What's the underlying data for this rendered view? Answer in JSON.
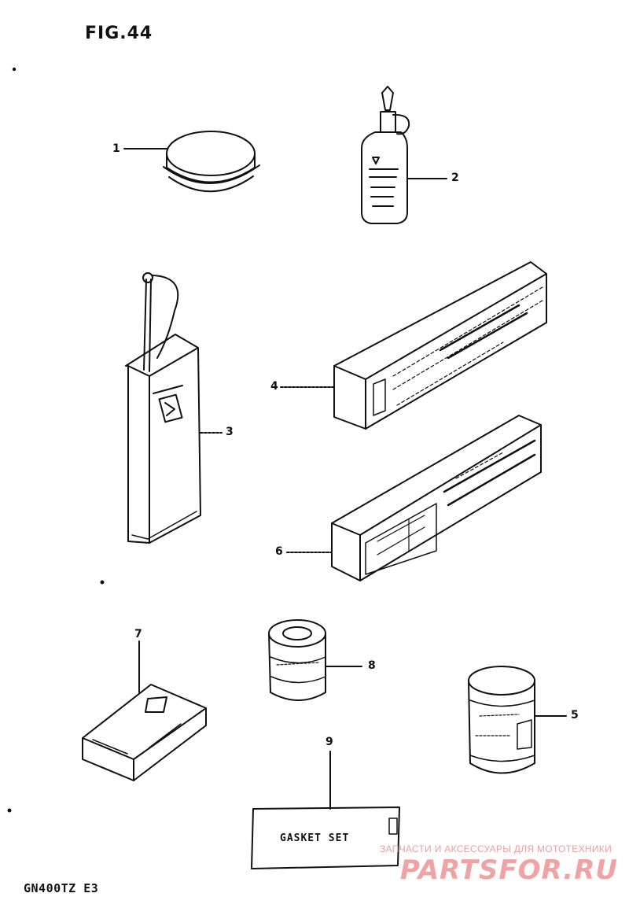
{
  "figure_title": "FIG.44",
  "model_code": "GN400TZ E3",
  "callouts": [
    "1",
    "2",
    "3",
    "4",
    "5",
    "6",
    "7",
    "8",
    "9"
  ],
  "gasket_label": "GASKET SET",
  "watermark": {
    "tagline": "ЗАПЧАСТИ И АКСЕССУАРЫ ДЛЯ МОТОТЕХНИКИ",
    "logo": "PARTSFOR.RU"
  },
  "colors": {
    "ink": "#111111",
    "watermark": "#ef9a9a"
  }
}
